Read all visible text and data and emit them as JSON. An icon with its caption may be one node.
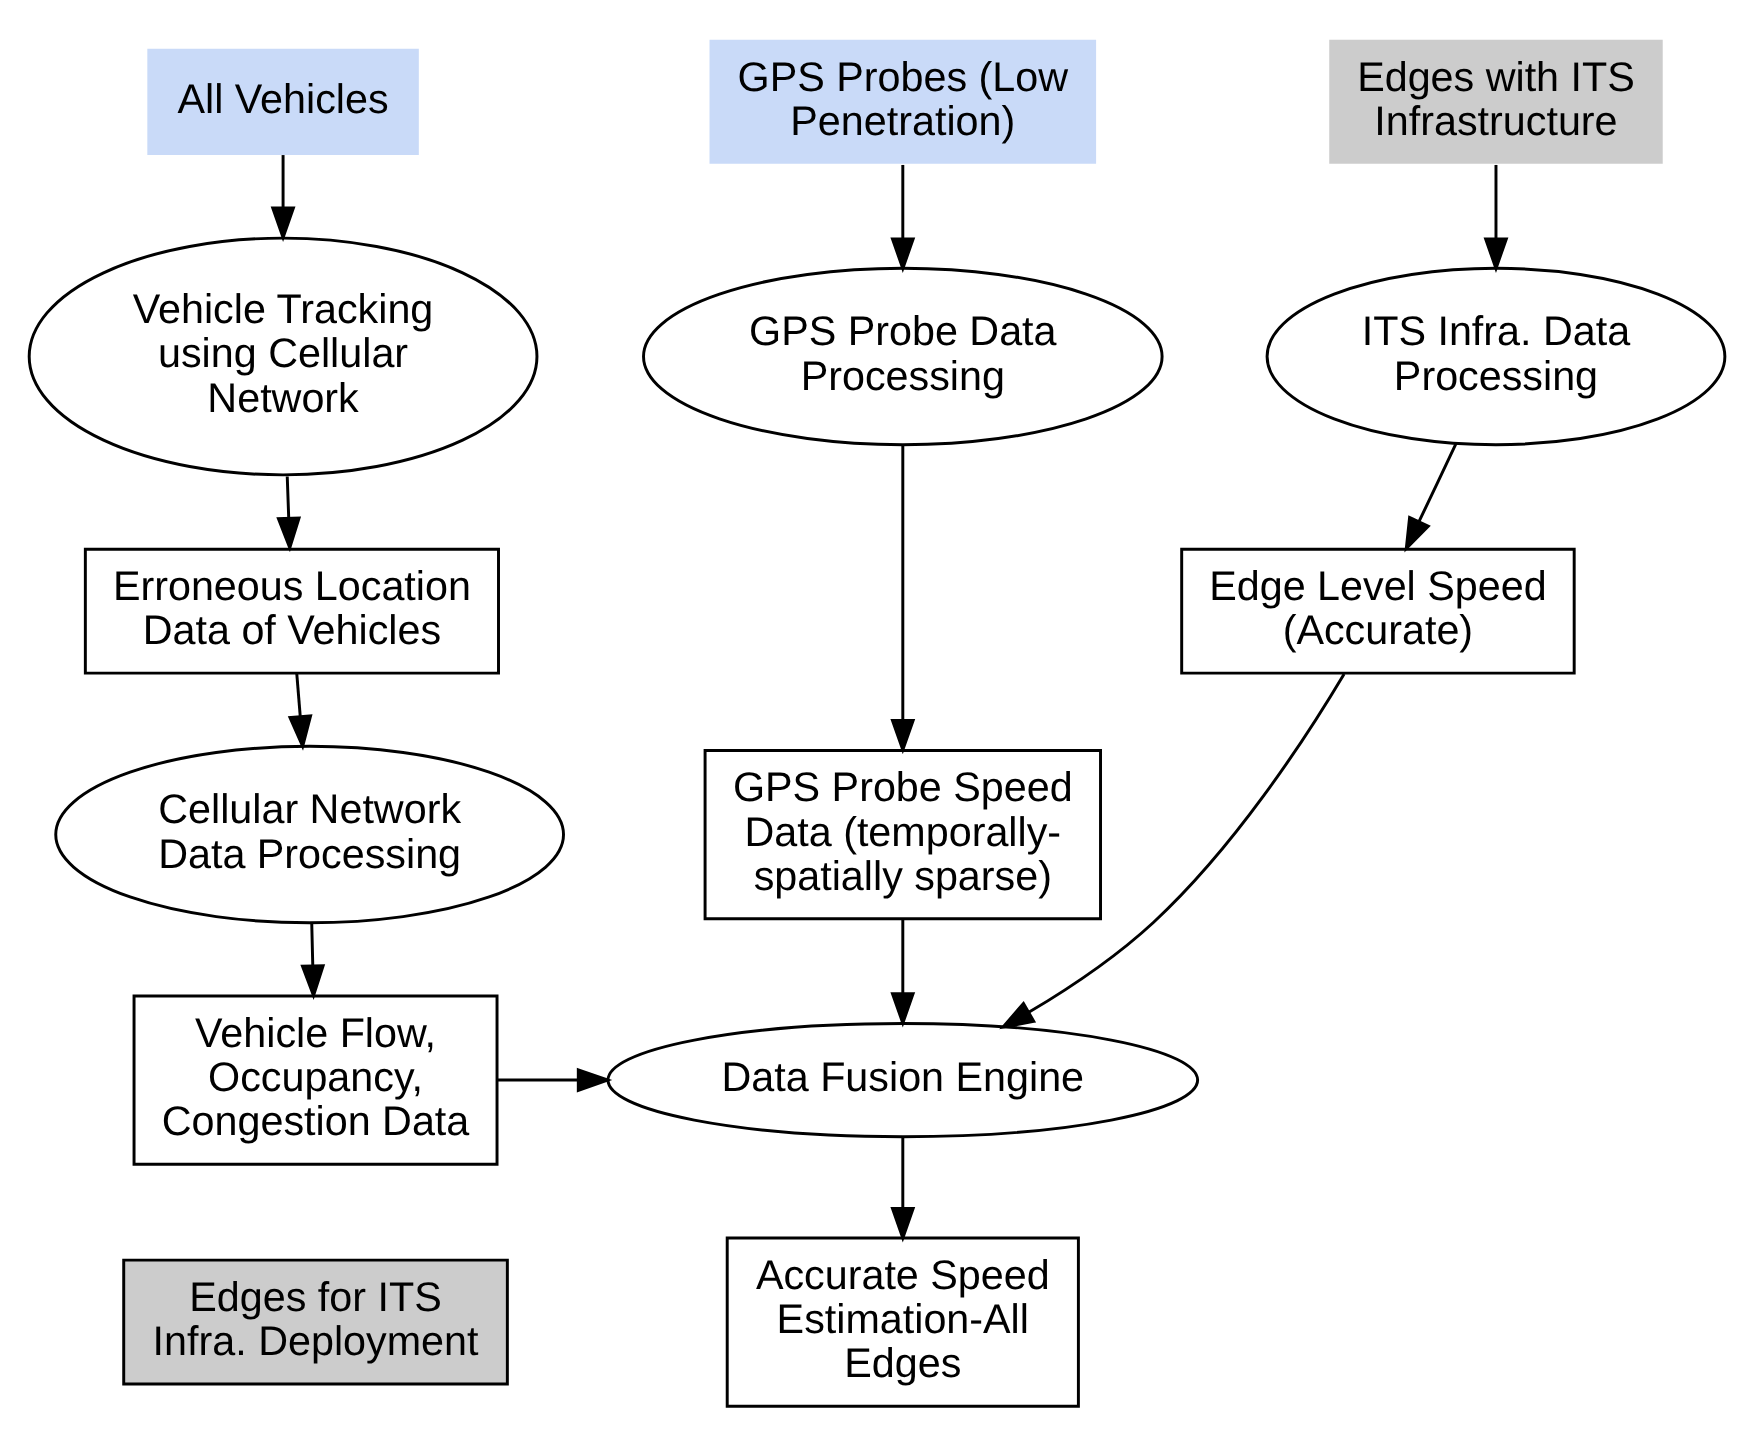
{
  "diagram": {
    "nodes": [
      {
        "text": [
          "All Vehicles"
        ]
      },
      {
        "text": [
          "Vehicle Tracking using Cellular Network"
        ]
      },
      {
        "text": [
          "Erroneous Location Data of Vehicles"
        ]
      },
      {
        "text": [
          "Cellular Network Data Processing"
        ]
      },
      {
        "text": [
          "Vehicle Flow, Occupancy, Congestion Data"
        ]
      },
      {
        "text": [
          "Edges for ITS Infra. Deployment"
        ]
      },
      {
        "text": [
          "GPS Probes (Low Penetration)"
        ]
      },
      {
        "text": [
          "GPS Probe Data Processing"
        ]
      },
      {
        "text": [
          "GPS Probe Speed Data (temporally-spatially sparse)"
        ]
      },
      {
        "text": [
          "Edges with ITS Infrastructure"
        ]
      },
      {
        "text": [
          "ITS Infra. Data Processing"
        ]
      },
      {
        "text": [
          "Edge Level Speed (Accurate)"
        ]
      },
      {
        "text": [
          "Data Fusion Engine"
        ]
      },
      {
        "text": [
          "Accurate Speed Estimation-All Edges"
        ]
      }
    ],
    "edges": [
      {
        "from": 0,
        "to": 1,
        "arrow": "to"
      },
      {
        "from": 1,
        "to": 2,
        "arrow": "to"
      },
      {
        "from": 2,
        "to": 3,
        "arrow": "to"
      },
      {
        "from": 3,
        "to": 4,
        "arrow": "to"
      },
      {
        "from": 4,
        "to": 12,
        "arrow": "to"
      },
      {
        "from": 6,
        "to": 7,
        "arrow": "to"
      },
      {
        "from": 7,
        "to": 8,
        "arrow": "to"
      },
      {
        "from": 8,
        "to": 12,
        "arrow": "to"
      },
      {
        "from": 9,
        "to": 10,
        "arrow": "to"
      },
      {
        "from": 10,
        "to": 11,
        "arrow": "to"
      },
      {
        "from": 11,
        "to": 12,
        "arrow": "to"
      },
      {
        "from": 12,
        "to": 13,
        "arrow": "to"
      }
    ]
  }
}
